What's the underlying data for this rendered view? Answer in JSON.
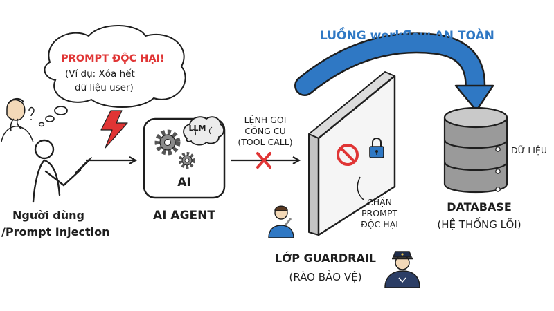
{
  "flow_label": "LUỒNG workflow AN TOÀN",
  "user": {
    "thought_title": "PROMPT ĐỘC HẠI!",
    "thought_example_line1": "(Ví dụ: Xóa hết",
    "thought_example_line2": "dữ liệu user)",
    "caption_line1": "Người dùng",
    "caption_line2": "/Prompt Injection"
  },
  "agent": {
    "box_label": "AI",
    "llm_label": "LLM",
    "caption": "AI AGENT"
  },
  "tool_call": {
    "line1": "LỆNH GỌI",
    "line2": "CÔNG CỤ",
    "line3": "(TOOL CALL)"
  },
  "guardrail": {
    "block_line1": "CHẶN",
    "block_line2": "PROMPT",
    "block_line3": "ĐỘC HẠI",
    "caption_line1": "LỚP GUARDRAIL",
    "caption_line2": "(RÀO BẢO VỆ)"
  },
  "database": {
    "data_label": "DỮ LIỆU",
    "caption_line1": "DATABASE",
    "caption_line2": "(HỆ THỐNG LÕI)"
  },
  "colors": {
    "danger": "#e03535",
    "flow_blue": "#2f78c4",
    "ink": "#1e1e1e",
    "wall_face": "#f5f5f5",
    "wall_side": "#c4c4c4",
    "police_blue": "#2c3e66"
  }
}
